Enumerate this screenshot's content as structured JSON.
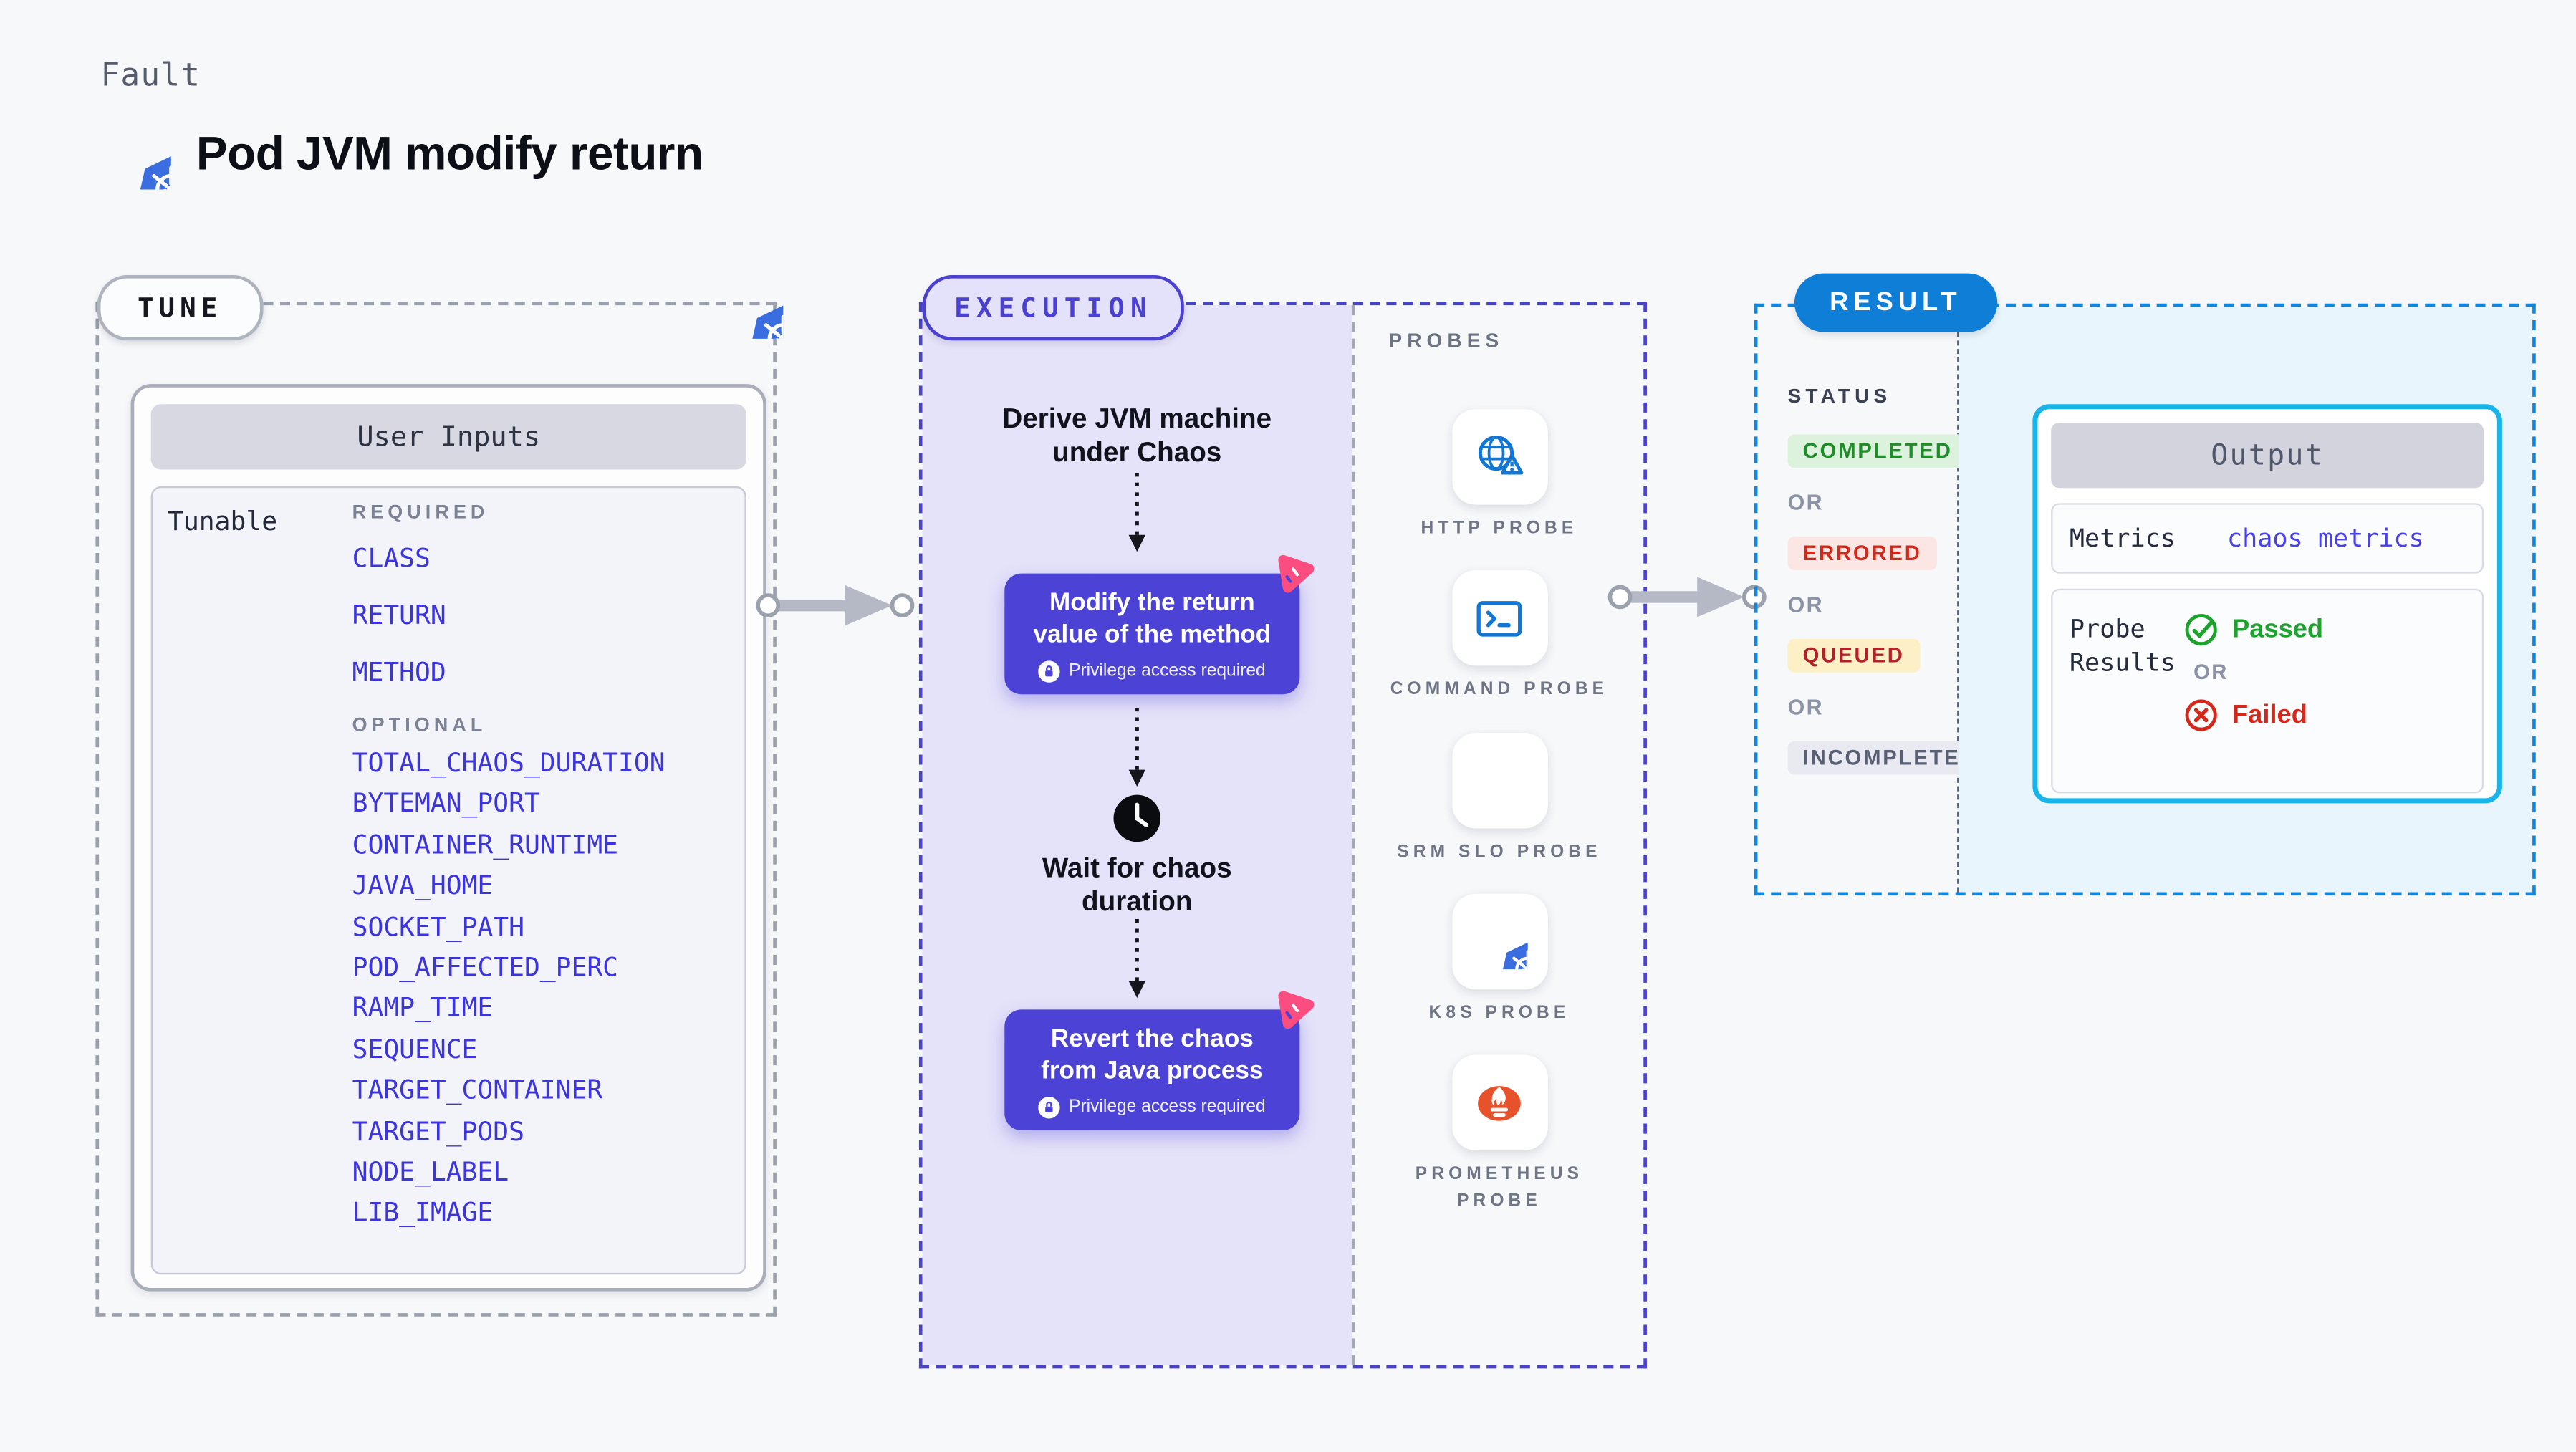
{
  "page": {
    "fault_label": "Fault",
    "title": "Pod JVM modify return"
  },
  "tune": {
    "pill": "TUNE",
    "card_header": "User Inputs",
    "row_label": "Tunable",
    "required_label": "REQUIRED",
    "optional_label": "OPTIONAL",
    "required_params": [
      "CLASS",
      "RETURN",
      "METHOD"
    ],
    "optional_params": [
      "TOTAL_CHAOS_DURATION",
      "BYTEMAN_PORT",
      "CONTAINER_RUNTIME",
      "JAVA_HOME",
      "SOCKET_PATH",
      "POD_AFFECTED_PERC",
      "RAMP_TIME",
      "SEQUENCE",
      "TARGET_CONTAINER",
      "TARGET_PODS",
      "NODE_LABEL",
      "LIB_IMAGE"
    ]
  },
  "execution": {
    "pill": "EXECUTION",
    "step_derive": "Derive JVM machine under Chaos",
    "step_modify": {
      "label": "Modify the return value of the method",
      "badge": "Privilege access required"
    },
    "step_wait": "Wait for chaos duration",
    "step_revert": {
      "label": "Revert the chaos from Java process",
      "badge": "Privilege access required"
    }
  },
  "probes": {
    "heading": "PROBES",
    "items": [
      {
        "label": "HTTP PROBE",
        "icon": "http-probe-icon"
      },
      {
        "label": "COMMAND PROBE",
        "icon": "command-probe-icon"
      },
      {
        "label": "SRM SLO PROBE",
        "icon": "srm-slo-probe-icon"
      },
      {
        "label": "K8S PROBE",
        "icon": "k8s-probe-icon"
      },
      {
        "label": "PROMETHEUS PROBE",
        "icon": "prometheus-probe-icon"
      }
    ]
  },
  "result": {
    "pill": "RESULT",
    "status_heading": "STATUS",
    "or_label": "OR",
    "statuses": [
      {
        "label": "COMPLETED",
        "text_color": "#1e8e28",
        "bg_color": "#ddf2dc"
      },
      {
        "label": "ERRORED",
        "text_color": "#cf2a1b",
        "bg_color": "#fbe6e4"
      },
      {
        "label": "QUEUED",
        "text_color": "#b3202a",
        "bg_color": "#fdf0c6"
      },
      {
        "label": "INCOMPLETED",
        "text_color": "#5a6073",
        "bg_color": "#e9eaf1"
      }
    ],
    "output": {
      "header": "Output",
      "metrics_label": "Metrics",
      "metrics_value": "chaos metrics",
      "probe_results_label": "Probe Results",
      "passed_label": "Passed",
      "or_label": "OR",
      "failed_label": "Failed"
    }
  },
  "colors": {
    "page_bg": "#f7f8fa",
    "accent_indigo": "#4c43d6",
    "param_link": "#3c34dd",
    "lavender_panel": "#e5e3f9",
    "k8s_blue": "#3a6ee0",
    "probe_icon_blue": "#1276d3",
    "prometheus_orange": "#e6522c",
    "srm_purple": "#7c3bed",
    "pink_badge": "#fb4d80",
    "result_blue": "#0e7ed7",
    "cyan_border": "#19b4e9",
    "passed_green": "#1ba32b",
    "failed_red": "#d5281b",
    "arrow_gray": "#b5b9c5"
  }
}
